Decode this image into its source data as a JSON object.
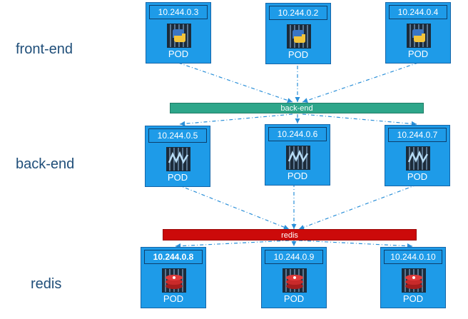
{
  "tiers": [
    {
      "label": "front-end"
    },
    {
      "label": "back-end"
    },
    {
      "label": "redis"
    }
  ],
  "services": {
    "backend": {
      "label": "back-end",
      "color": "#2ea68a"
    },
    "redis": {
      "label": "redis",
      "color": "#cc0a0a"
    }
  },
  "pods": {
    "frontend": [
      {
        "ip": "10.244.0.3",
        "label": "POD",
        "icon": "python-icon"
      },
      {
        "ip": "10.244.0.2",
        "label": "POD",
        "icon": "python-icon"
      },
      {
        "ip": "10.244.0.4",
        "label": "POD",
        "icon": "python-icon"
      }
    ],
    "backend": [
      {
        "ip": "10.244.0.5",
        "label": "POD",
        "icon": "worker-icon"
      },
      {
        "ip": "10.244.0.6",
        "label": "POD",
        "icon": "worker-icon"
      },
      {
        "ip": "10.244.0.7",
        "label": "POD",
        "icon": "worker-icon"
      }
    ],
    "redis": [
      {
        "ip": "10.244.0.8",
        "label": "POD",
        "icon": "redis-icon"
      },
      {
        "ip": "10.244.0.9",
        "label": "POD",
        "icon": "redis-icon"
      },
      {
        "ip": "10.244.0.10",
        "label": "POD",
        "icon": "redis-icon"
      }
    ]
  }
}
